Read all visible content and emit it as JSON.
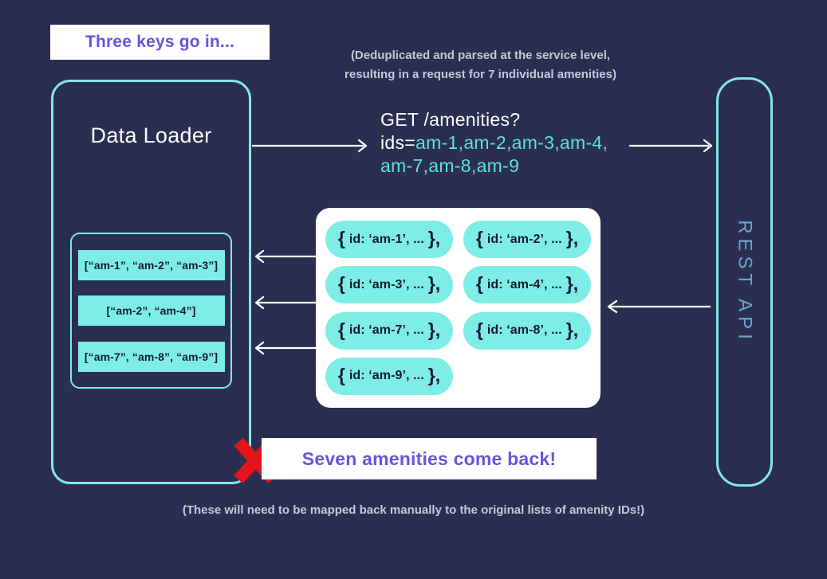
{
  "title_box": {
    "label": "Three keys go in..."
  },
  "dedup_note": {
    "line1": "(Deduplicated and parsed at the service level,",
    "line2_prefix": "resulting in a request for ",
    "count": "7",
    "line2_suffix": " individual amenities)"
  },
  "data_loader": {
    "title": "Data Loader",
    "keys": [
      "[“am-1”, “am-2”, “am-3”]",
      "[“am-2”, “am-4”]",
      "[“am-7”, “am-8”, “am-9”]"
    ]
  },
  "request": {
    "method_line": "GET /amenities?",
    "ids_label": "ids=",
    "ids_line1": "am-1,am-2,am-3,am-4,",
    "ids_line2": "am-7,am-8,am-9"
  },
  "response_box": {
    "pills": [
      {
        "open": "{",
        "body": "id: ‘am-1’, ...",
        "close": "},"
      },
      {
        "open": "{",
        "body": "id: ‘am-2’, ...",
        "close": "},"
      },
      {
        "open": "{",
        "body": "id: ‘am-3’, ...",
        "close": "},"
      },
      {
        "open": "{",
        "body": "id: ‘am-4’, ...",
        "close": "},"
      },
      {
        "open": "{",
        "body": "id: ‘am-7’, ...",
        "close": "},"
      },
      {
        "open": "{",
        "body": "id: ‘am-8’, ...",
        "close": "},"
      },
      {
        "open": "{",
        "body": "id: ‘am-9’, ...",
        "close": "},"
      }
    ]
  },
  "rest_api": {
    "label": "REST API"
  },
  "result_box": {
    "label": "Seven amenities come back!"
  },
  "footnote": {
    "text": "(These will need to be mapped back manually to the original lists of amenity IDs!)"
  },
  "colors": {
    "background": "#2a2f51",
    "box_border_cyan": "#85e6e3",
    "pill_cyan": "#7eede5",
    "accent_purple": "#6b51e0",
    "ids_cyan": "#5fe0db",
    "rest_api_text": "#6aa5c9",
    "muted_text": "#c5c9d8",
    "error_red": "#e5131c",
    "dark_text": "#131a33"
  }
}
